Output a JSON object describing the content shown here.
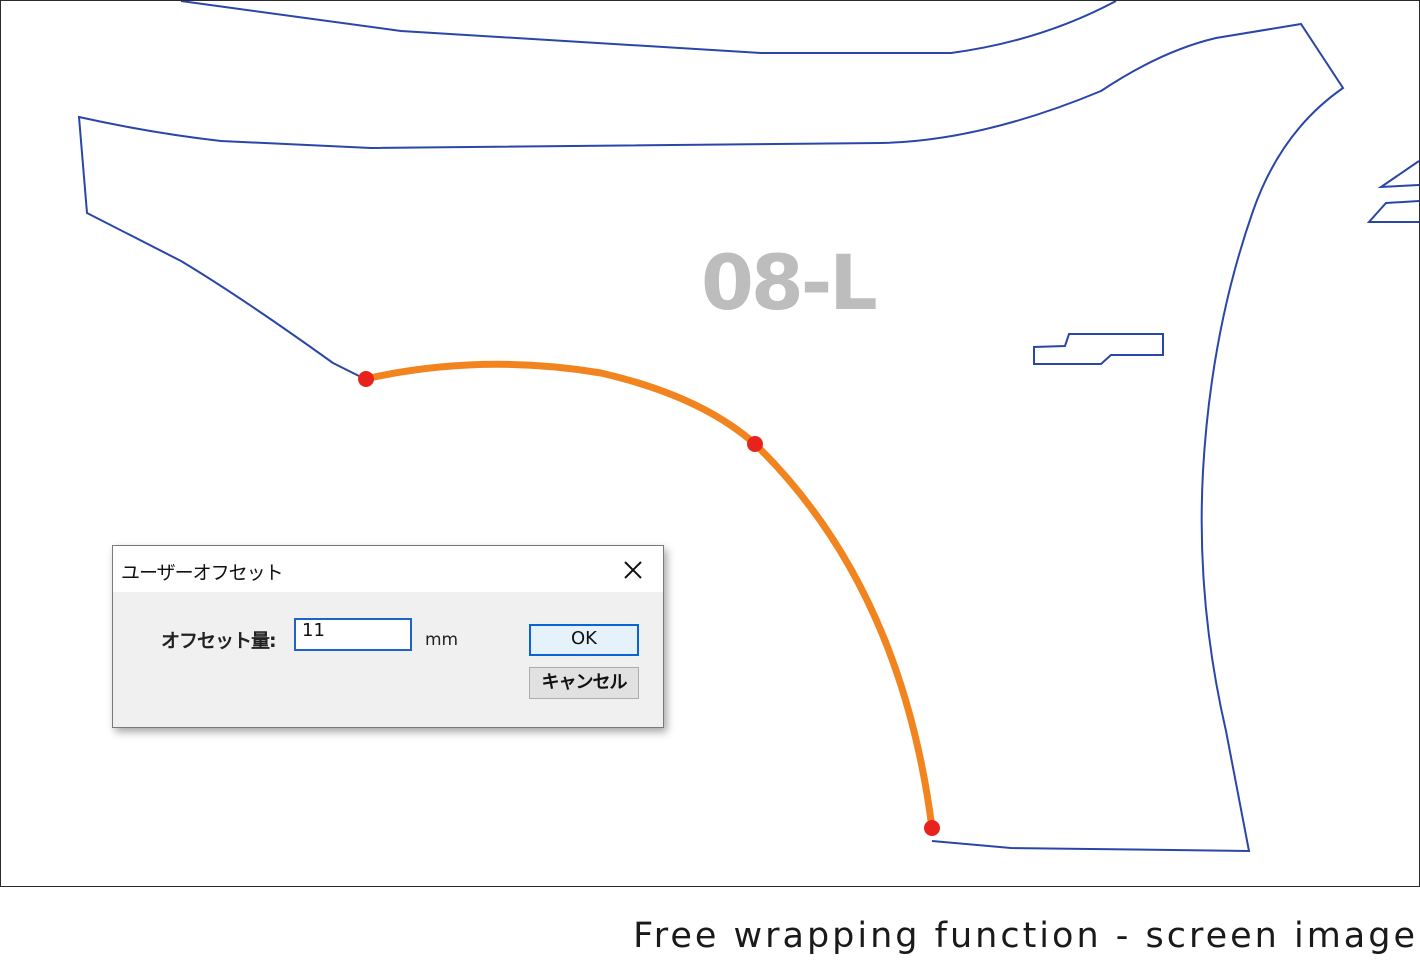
{
  "canvas": {
    "part_label": "08-L",
    "outline_color": "#2946a8",
    "selected_edge_color": "#f2841f",
    "node_color": "#e8231e"
  },
  "dialog": {
    "title": "ユーザーオフセット",
    "close_icon": "close-icon",
    "offset_label": "オフセット量:",
    "offset_value": "11",
    "unit": "mm",
    "ok_label": "OK",
    "cancel_label": "キャンセル"
  },
  "caption": "Free wrapping function - screen image"
}
